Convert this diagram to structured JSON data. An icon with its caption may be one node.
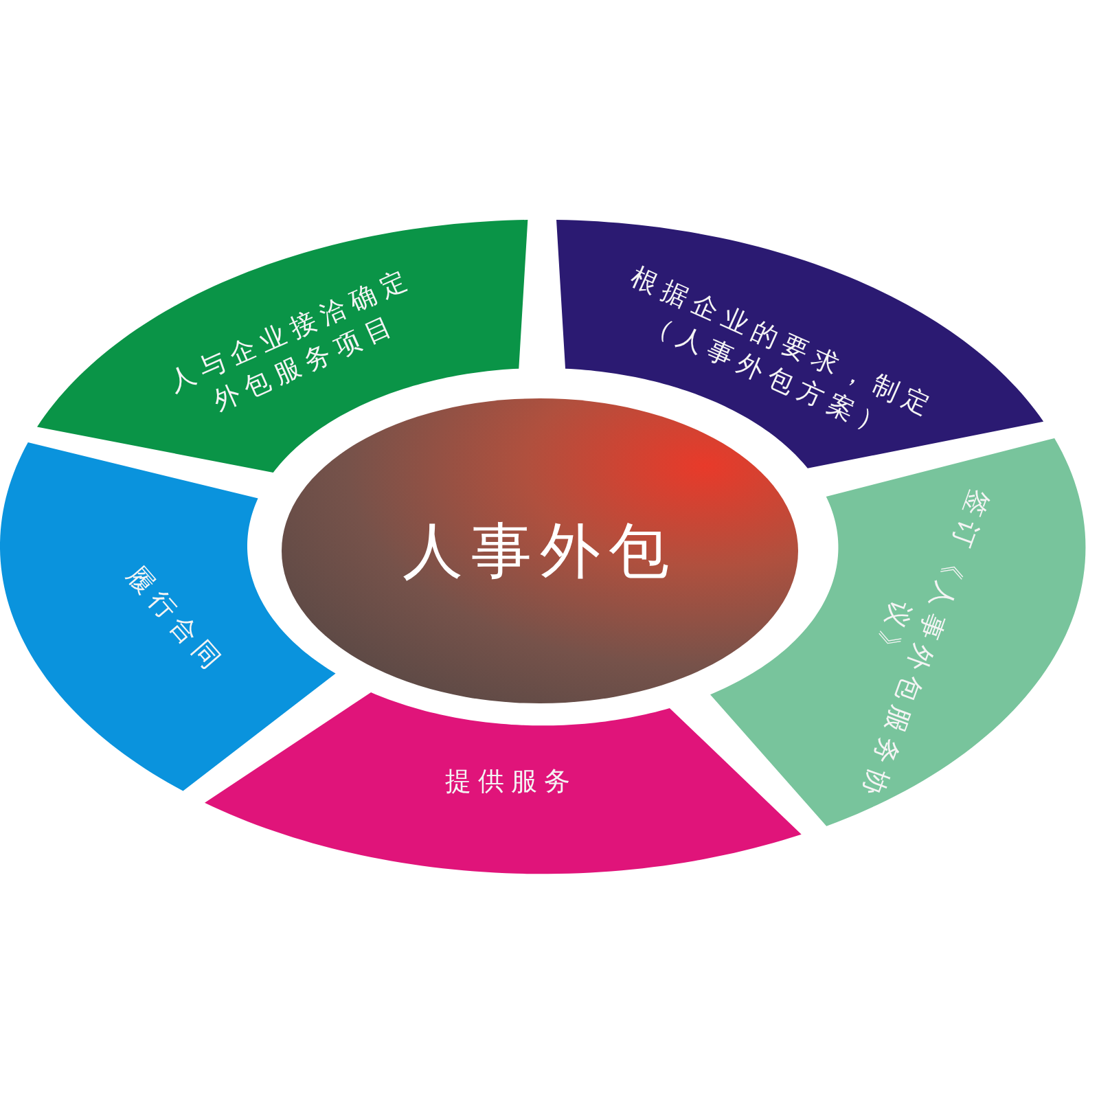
{
  "diagram": {
    "nodes": [
      {
        "text": [
          "人事外包"
        ]
      },
      {
        "text": [
          "人与企业接洽确定外包服务项目"
        ]
      },
      {
        "text": [
          "根据企业的要求，制定（人事外包方案）"
        ]
      },
      {
        "text": [
          "签订《人事外包服务协议》"
        ]
      },
      {
        "text": [
          "提供服务"
        ]
      },
      {
        "text": [
          "履行合同"
        ]
      }
    ]
  }
}
